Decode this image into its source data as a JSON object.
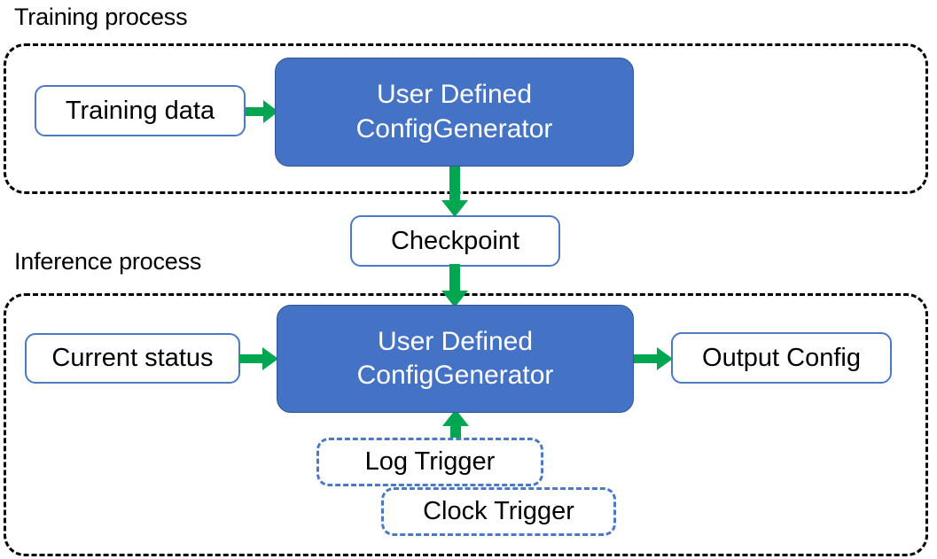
{
  "diagram": {
    "title_training": "Training process",
    "title_inference": "Inference process",
    "colors": {
      "process_fill": "#4472C4",
      "process_border": "#2F5597",
      "node_border": "#4A79C6",
      "arrow_green": "#00A650",
      "container_dash": "#000000",
      "background": "#FFFFFF",
      "text_dark": "#000000",
      "text_light": "#FFFFFF"
    },
    "training": {
      "caption": "Training process",
      "input_box": "Training data",
      "process_box": {
        "line1": "User Defined",
        "line2": "ConfigGenerator"
      }
    },
    "checkpoint": {
      "label": "Checkpoint"
    },
    "inference": {
      "caption": "Inference process",
      "input_box": "Current status",
      "process_box": {
        "line1": "User Defined",
        "line2": "ConfigGenerator"
      },
      "output_box": "Output Config",
      "triggers": [
        {
          "label": "Log Trigger"
        },
        {
          "label": "Clock Trigger"
        }
      ]
    },
    "arrows": [
      {
        "name": "training-data-to-config-generator",
        "direction": "right"
      },
      {
        "name": "config-generator-to-checkpoint",
        "direction": "down"
      },
      {
        "name": "checkpoint-to-config-generator",
        "direction": "down"
      },
      {
        "name": "current-status-to-config-generator",
        "direction": "right"
      },
      {
        "name": "config-generator-to-output-config",
        "direction": "right"
      },
      {
        "name": "triggers-to-config-generator",
        "direction": "up"
      }
    ]
  }
}
